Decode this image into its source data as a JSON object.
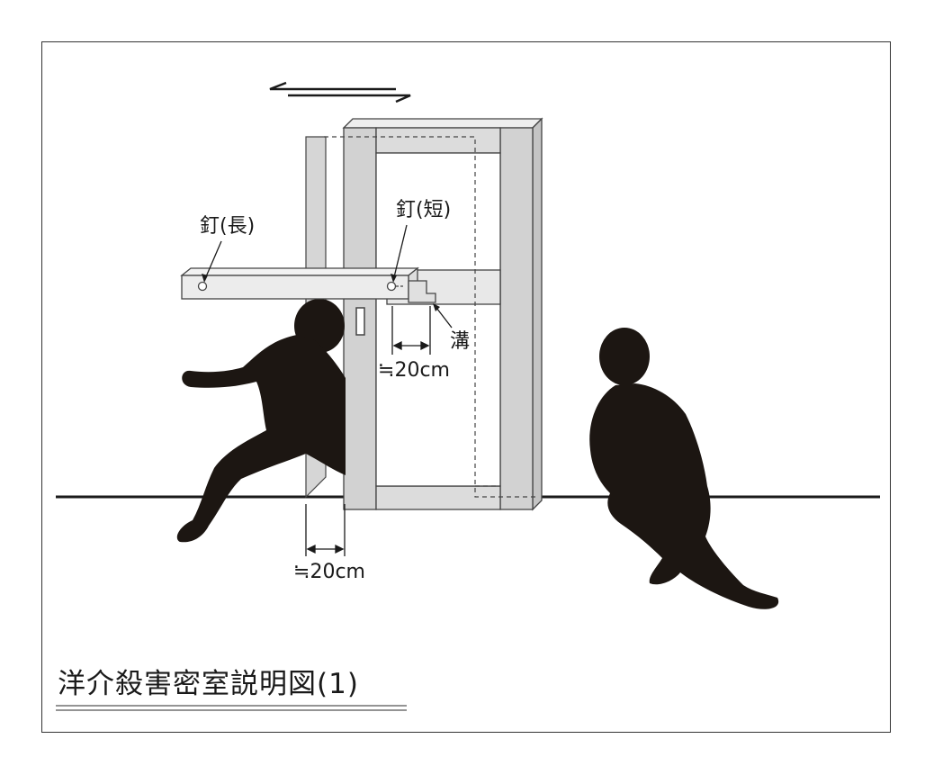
{
  "labels": {
    "nail_long": "釘(長)",
    "nail_short": "釘(短)",
    "groove": "溝",
    "gap_upper": "≒20cm",
    "gap_lower": "≒20cm"
  },
  "caption": "洋介殺害密室説明図(1)",
  "colors": {
    "frame_gray": "#d2d2d2",
    "light_gray": "#e6e6e6",
    "silhouette": "#1c1612",
    "line": "#222222"
  }
}
